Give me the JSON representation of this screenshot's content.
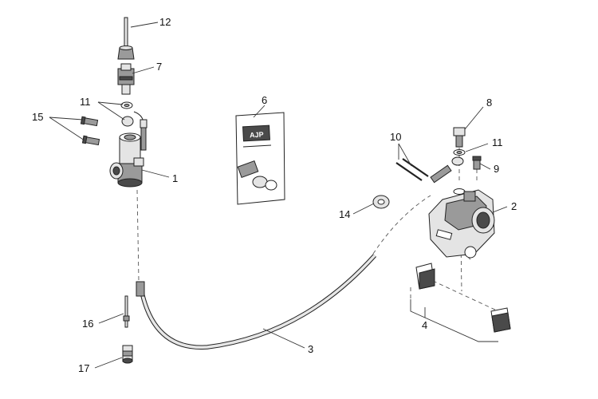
{
  "callouts": [
    {
      "id": "1",
      "label": "1"
    },
    {
      "id": "2",
      "label": "2"
    },
    {
      "id": "3",
      "label": "3"
    },
    {
      "id": "4",
      "label": "4"
    },
    {
      "id": "6",
      "label": "6"
    },
    {
      "id": "7",
      "label": "7"
    },
    {
      "id": "8",
      "label": "8"
    },
    {
      "id": "9",
      "label": "9"
    },
    {
      "id": "10",
      "label": "10"
    },
    {
      "id": "11a",
      "label": "11"
    },
    {
      "id": "11b",
      "label": "11"
    },
    {
      "id": "12",
      "label": "12"
    },
    {
      "id": "14",
      "label": "14"
    },
    {
      "id": "15",
      "label": "15"
    },
    {
      "id": "16",
      "label": "16"
    },
    {
      "id": "17",
      "label": "17"
    }
  ],
  "instruction_card": {
    "logo_text": "AJP"
  }
}
